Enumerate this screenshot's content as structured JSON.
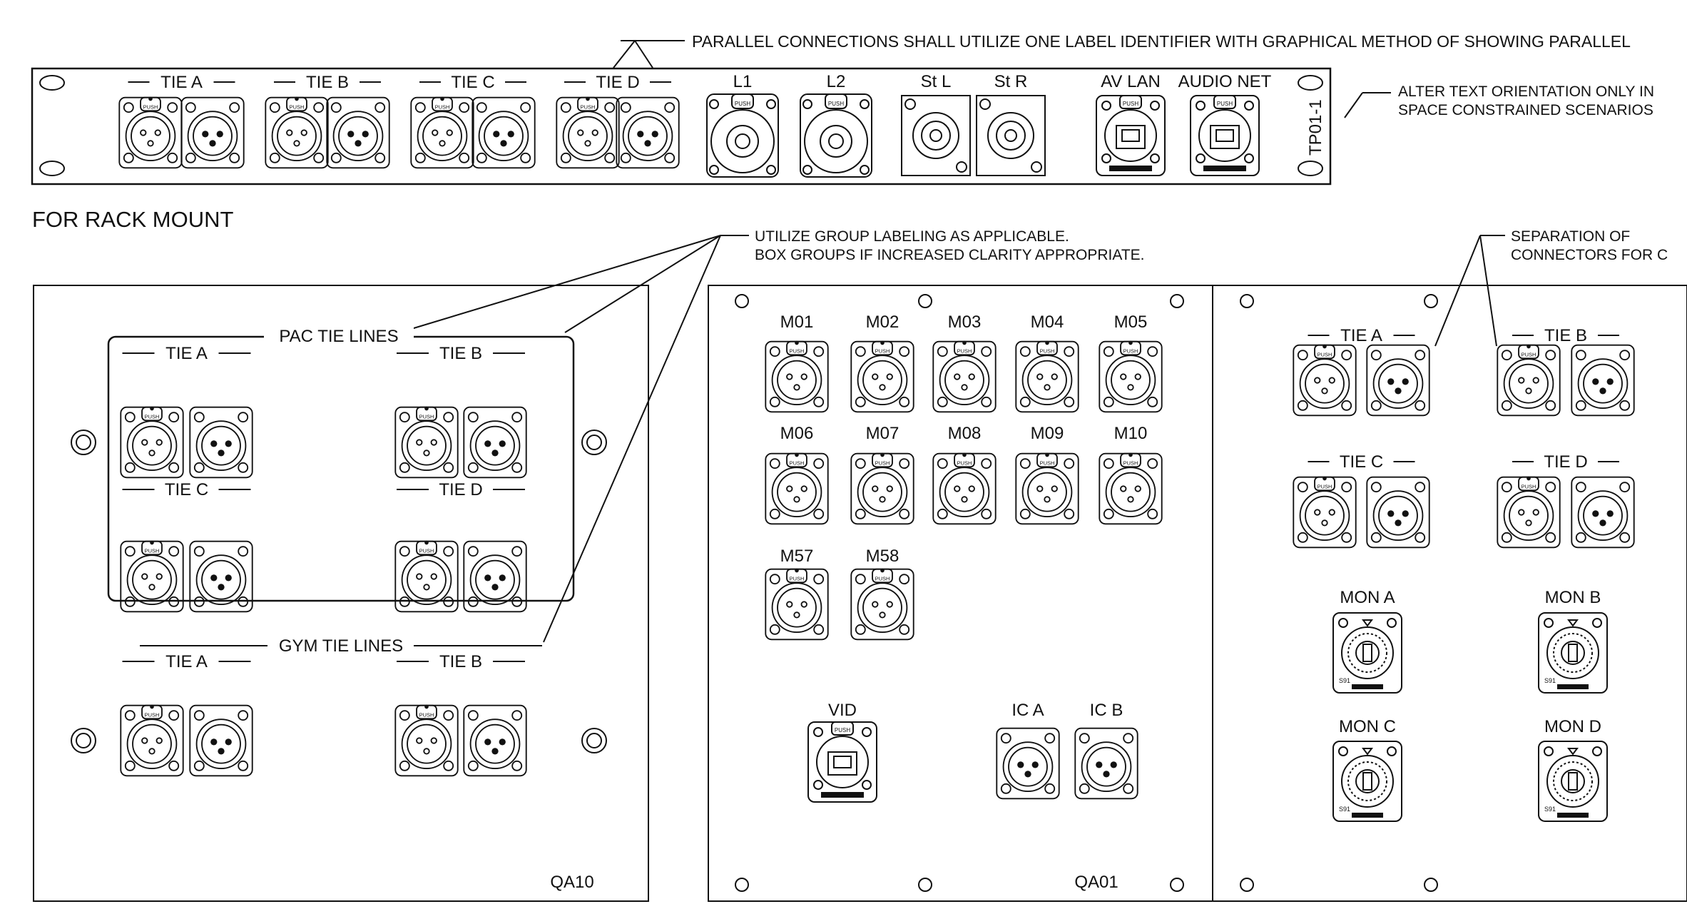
{
  "notes": {
    "parallel": "PARALLEL CONNECTIONS SHALL UTILIZE ONE LABEL IDENTIFIER WITH GRAPHICAL METHOD OF SHOWING PARALLEL",
    "alter_line1": "ALTER TEXT ORIENTATION ONLY IN",
    "alter_line2": "SPACE CONSTRAINED SCENARIOS",
    "group_line1": "UTILIZE GROUP LABELING AS APPLICABLE.",
    "group_line2": "BOX GROUPS IF INCREASED CLARITY APPROPRIATE.",
    "sep_line1": "SEPARATION OF",
    "sep_line2": "CONNECTORS FOR C"
  },
  "rack": {
    "caption": "FOR RACK MOUNT",
    "panel_id": "TP01-1",
    "tie_labels": [
      "TIE A",
      "TIE B",
      "TIE C",
      "TIE D"
    ],
    "combo_labels": [
      "L1",
      "L2"
    ],
    "rca_labels": [
      "St L",
      "St R"
    ],
    "rj45_labels": [
      "AV LAN",
      "AUDIO NET"
    ]
  },
  "qa10": {
    "panel_id": "QA10",
    "pac_title": "PAC TIE LINES",
    "gym_title": "GYM TIE LINES",
    "pac_labels": [
      "TIE A",
      "TIE B",
      "TIE C",
      "TIE D"
    ],
    "gym_labels": [
      "TIE A",
      "TIE B"
    ]
  },
  "qa01": {
    "panel_id": "QA01",
    "mic_labels": [
      "M01",
      "M02",
      "M03",
      "M04",
      "M05",
      "M06",
      "M07",
      "M08",
      "M09",
      "M10",
      "M57",
      "M58"
    ],
    "vid_label": "VID",
    "ic_labels": [
      "IC A",
      "IC B"
    ]
  },
  "right": {
    "tie_labels": [
      "TIE A",
      "TIE B",
      "TIE C",
      "TIE D"
    ],
    "mon_labels": [
      "MON A",
      "MON B",
      "MON C",
      "MON D"
    ],
    "speakon_mark": "S91"
  },
  "connector_text": {
    "push": "PUSH"
  }
}
